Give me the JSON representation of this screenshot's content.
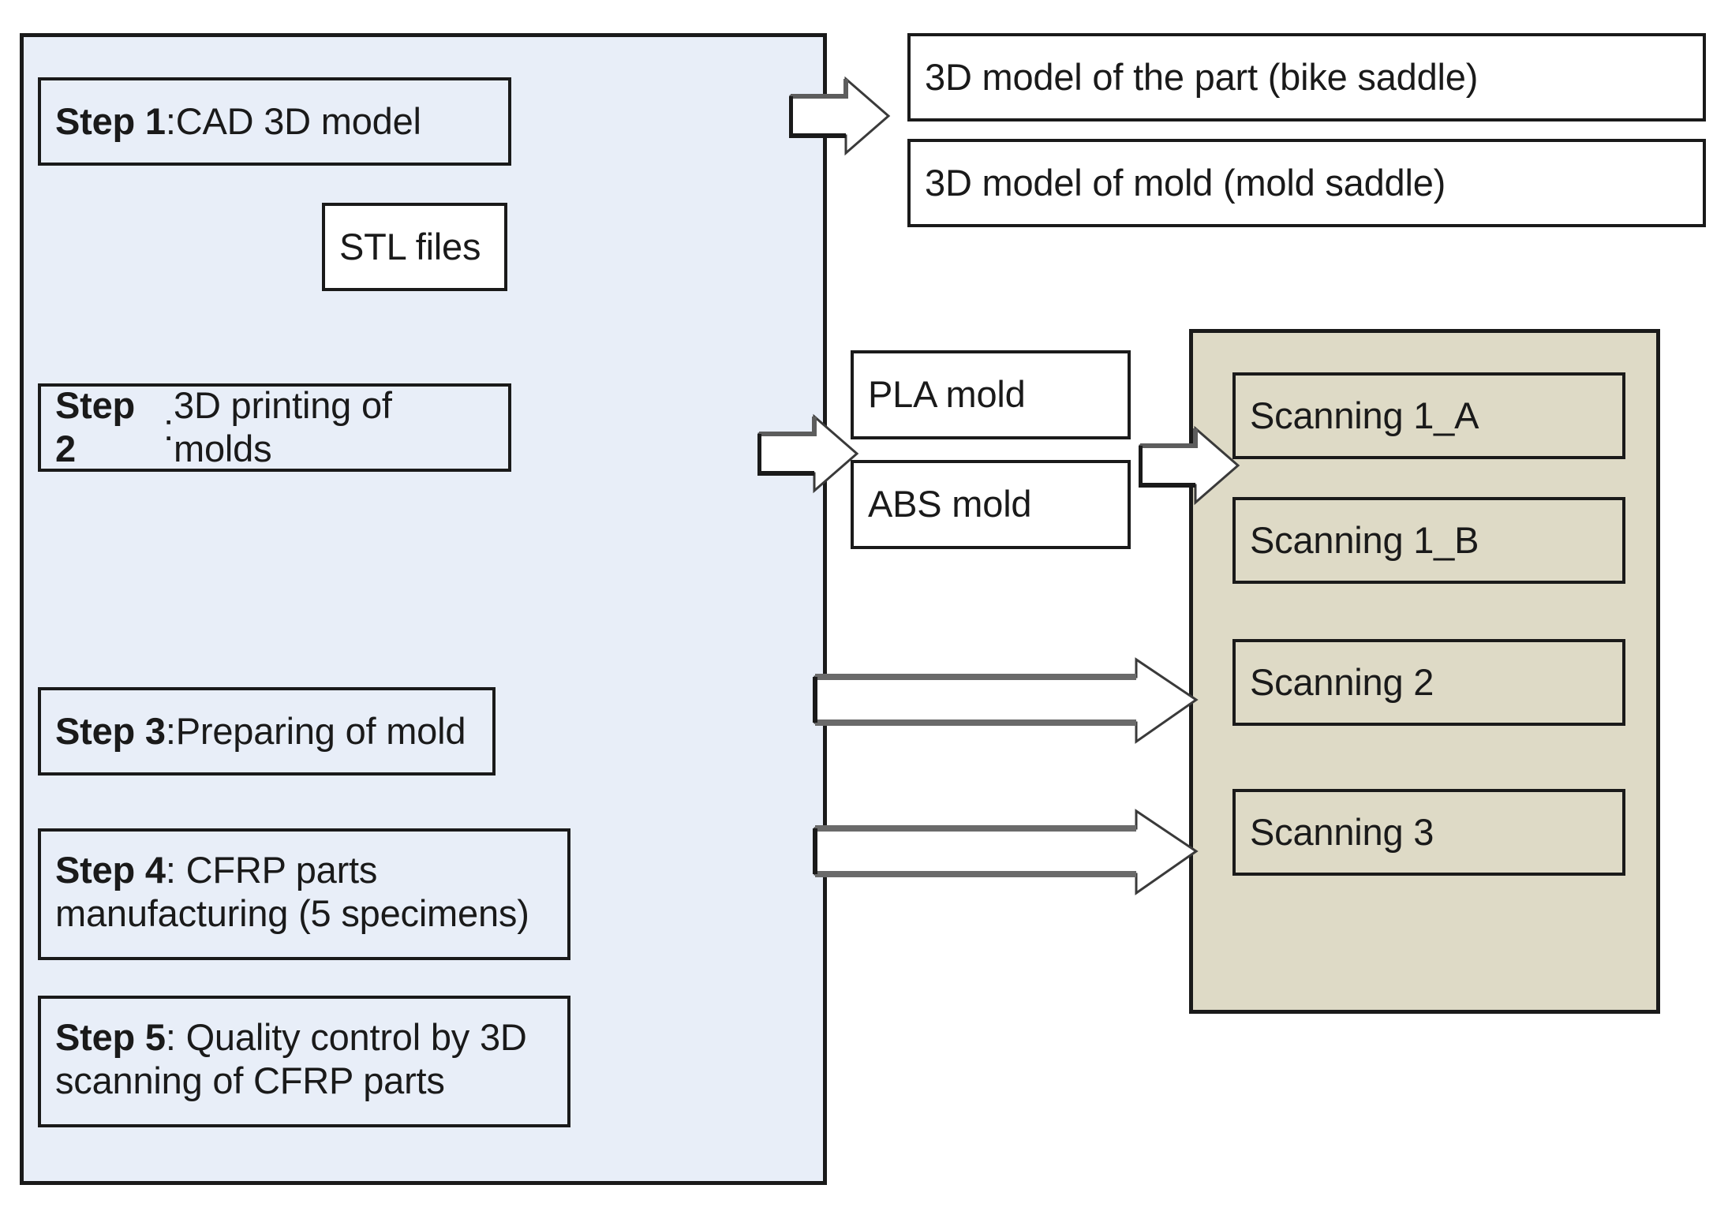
{
  "diagram": {
    "title": "CFRP bike saddle manufacturing process flowchart",
    "colors": {
      "process_panel_bg": "#e8eef8",
      "scanning_panel_bg": "#dedac6",
      "box_white_bg": "#ffffff",
      "outline": "#1a1a1a"
    }
  },
  "process_panel": {
    "steps": [
      {
        "label": "Step 1",
        "separator": ": ",
        "text": "CAD 3D model"
      },
      {
        "label": "Step 2",
        "separator": ": ",
        "text": "3D printing of molds"
      },
      {
        "label": "Step 3",
        "separator": ": ",
        "text": "Preparing of mold"
      },
      {
        "label": "Step 4",
        "separator": ": ",
        "text": "CFRP parts manufacturing (5 specimens)"
      },
      {
        "label": "Step 5",
        "separator": ": ",
        "text": "Quality control by 3D scanning of CFRP parts"
      }
    ],
    "stl_box": "STL files"
  },
  "outputs": {
    "models": [
      "3D model of the part (bike saddle)",
      "3D model of mold (mold saddle)"
    ],
    "molds": [
      "PLA mold",
      "ABS mold"
    ]
  },
  "scanning_panel": {
    "items": [
      "Scanning 1_A",
      "Scanning 1_B",
      "Scanning 2",
      "Scanning 3"
    ]
  },
  "arrows": [
    {
      "name": "step1-to-models",
      "direction": "right",
      "style": "block"
    },
    {
      "name": "step2-to-molds",
      "direction": "right",
      "style": "block"
    },
    {
      "name": "molds-to-scanning1a",
      "direction": "right",
      "style": "block"
    },
    {
      "name": "step3-to-scanning2",
      "direction": "right",
      "style": "long-block"
    },
    {
      "name": "step4-to-scanning3",
      "direction": "right",
      "style": "long-block"
    }
  ]
}
